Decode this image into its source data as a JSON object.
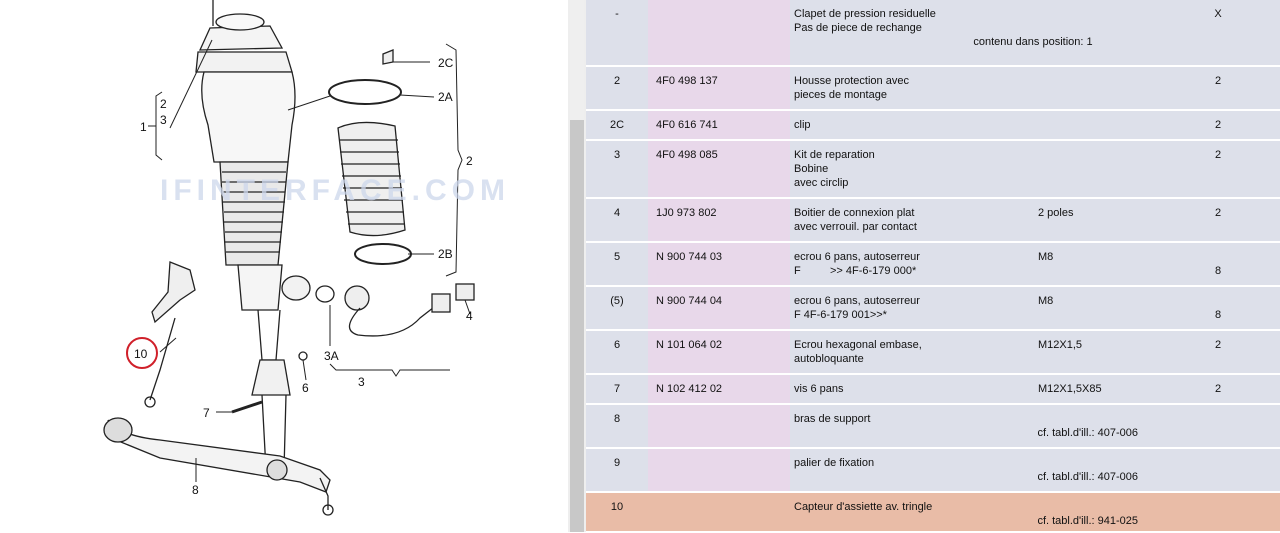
{
  "diagram": {
    "watermark": "IFINTERFACE.COM",
    "callouts": {
      "c2C": "2C",
      "c2A": "2A",
      "c2": "2",
      "c2B": "2B",
      "c4": "4",
      "c1": "1",
      "c1_2": "2",
      "c1_3": "3",
      "c10": "10",
      "c3A": "3A",
      "c3": "3",
      "c6": "6",
      "c7": "7",
      "c8": "8"
    }
  },
  "table": {
    "rows": [
      {
        "pos": "-",
        "part": "",
        "desc": [
          "Clapet de pression residuelle",
          "Pas de piece de rechange"
        ],
        "sub": {
          "label": "contenu dans position:",
          "value": "1"
        },
        "remark": [],
        "qty": "X",
        "highlight": false
      },
      {
        "pos": "2",
        "part": "4F0 498 137",
        "desc": [
          "Housse protection avec",
          "pieces de montage"
        ],
        "remark": [],
        "qty": "2",
        "highlight": false
      },
      {
        "pos": "2C",
        "part": "4F0 616 741",
        "desc": [
          "clip"
        ],
        "remark": [],
        "qty": "2",
        "highlight": false
      },
      {
        "pos": "3",
        "part": "4F0 498 085",
        "desc": [
          "Kit de reparation",
          "Bobine",
          "avec circlip"
        ],
        "remark": [],
        "qty": "2",
        "highlight": false
      },
      {
        "pos": "4",
        "part": "1J0 973 802",
        "desc": [
          "Boitier de connexion plat",
          "avec verrouil. par contact"
        ],
        "remark": [
          "2 poles"
        ],
        "qty": "2",
        "highlight": false
      },
      {
        "pos": "5",
        "part": "N  900 744 03",
        "desc": [
          "ecrou 6 pans, autoserreur"
        ],
        "desc_f": {
          "prefix": "F",
          "text": ">> 4F-6-179 000*"
        },
        "remark": [
          "M8"
        ],
        "qty": "8",
        "qty_row2": true,
        "highlight": false
      },
      {
        "pos": "(5)",
        "part": "N  900 744 04",
        "desc": [
          "ecrou 6 pans, autoserreur",
          "F 4F-6-179 001>>*"
        ],
        "remark": [
          "M8"
        ],
        "qty": "8",
        "qty_row2": true,
        "highlight": false
      },
      {
        "pos": "6",
        "part": "N  101 064 02",
        "desc": [
          "Ecrou hexagonal embase,",
          "autobloquante"
        ],
        "remark": [
          "M12X1,5"
        ],
        "qty": "2",
        "highlight": false
      },
      {
        "pos": "7",
        "part": "N  102 412 02",
        "desc": [
          "vis 6 pans"
        ],
        "remark": [
          "M12X1,5X85"
        ],
        "qty": "2",
        "highlight": false
      },
      {
        "pos": "8",
        "part": "",
        "desc": [
          "bras de support"
        ],
        "sub": {
          "label": "cf. tabl.d'ill.:",
          "value": "407-006"
        },
        "remark": [],
        "qty": "",
        "highlight": false
      },
      {
        "pos": "9",
        "part": "",
        "desc": [
          "palier de fixation"
        ],
        "sub": {
          "label": "cf. tabl.d'ill.:",
          "value": "407-006"
        },
        "remark": [],
        "qty": "",
        "highlight": false
      },
      {
        "pos": "10",
        "part": "",
        "desc": [
          "Capteur d'assiette av. tringle"
        ],
        "sub": {
          "label": "cf. tabl.d'ill.:",
          "value": "941-025"
        },
        "remark": [],
        "qty": "",
        "highlight": true
      }
    ]
  },
  "colors": {
    "row_bg": "#dde0ea",
    "part_col_bg": "#e8d8ea",
    "highlight_bg": "#e9bca7",
    "callout_circle": "#d0202a"
  }
}
